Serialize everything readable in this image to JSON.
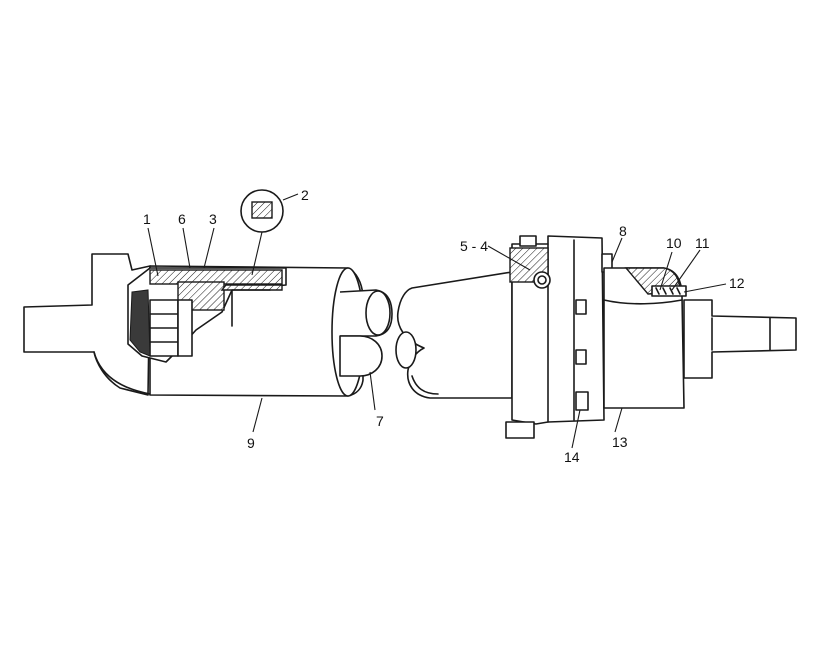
{
  "callouts": {
    "c1": "1",
    "c2": "2",
    "c3": "3",
    "c54": "5 - 4",
    "c6": "6",
    "c7": "7",
    "c8": "8",
    "c9": "9",
    "c10": "10",
    "c11": "11",
    "c12": "12",
    "c13": "13",
    "c14": "14"
  }
}
